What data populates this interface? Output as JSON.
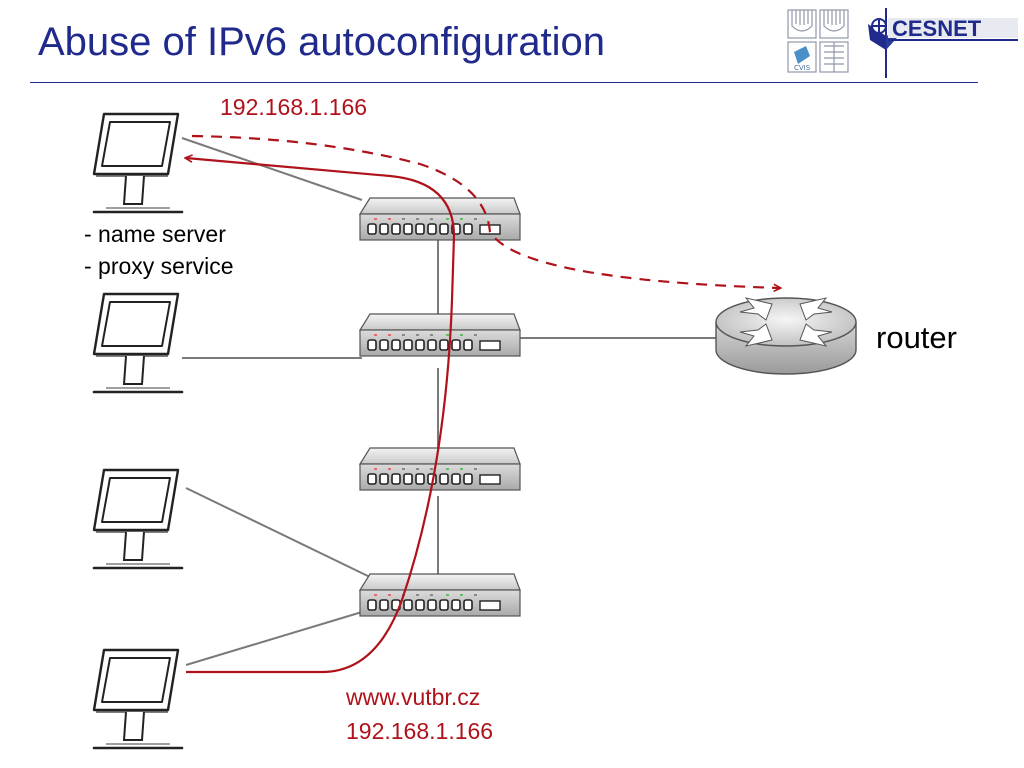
{
  "slide": {
    "title": "Abuse of IPv6 autoconfiguration",
    "title_color": "#1f2a8c",
    "annotation_color": "#b0121b",
    "rule_color": "#1f2a8c"
  },
  "logos": {
    "vut": {
      "icon": "vut-building-logo",
      "text": "CVIS"
    },
    "cesnet": {
      "icon": "cesnet-logo",
      "text": "CESNET"
    }
  },
  "labels": {
    "top_ip": "192.168.1.166",
    "roles": [
      "- name server",
      "- proxy service"
    ],
    "router": "router",
    "bottom_host": "www.vutbr.cz",
    "bottom_ip": "192.168.1.166"
  },
  "diagram": {
    "nodes": [
      {
        "id": "computer-1",
        "icon": "monitor-icon"
      },
      {
        "id": "computer-2",
        "icon": "monitor-icon"
      },
      {
        "id": "computer-3",
        "icon": "monitor-icon"
      },
      {
        "id": "computer-4",
        "icon": "monitor-icon"
      },
      {
        "id": "switch-1",
        "icon": "switch-icon"
      },
      {
        "id": "switch-2",
        "icon": "switch-icon"
      },
      {
        "id": "switch-3",
        "icon": "switch-icon"
      },
      {
        "id": "switch-4",
        "icon": "switch-icon"
      },
      {
        "id": "router",
        "icon": "router-icon"
      }
    ],
    "links": [
      [
        "computer-1",
        "switch-1"
      ],
      [
        "computer-2",
        "switch-2"
      ],
      [
        "computer-3",
        "switch-4"
      ],
      [
        "computer-4",
        "switch-4"
      ],
      [
        "switch-1",
        "switch-2"
      ],
      [
        "switch-2",
        "switch-3"
      ],
      [
        "switch-3",
        "switch-4"
      ],
      [
        "switch-2",
        "router"
      ]
    ],
    "flows": [
      {
        "name": "dns-request",
        "style": "solid",
        "from": "computer-4",
        "to": "computer-1"
      },
      {
        "name": "original-path",
        "style": "dashed",
        "from": "computer-1",
        "to": "router"
      }
    ]
  }
}
